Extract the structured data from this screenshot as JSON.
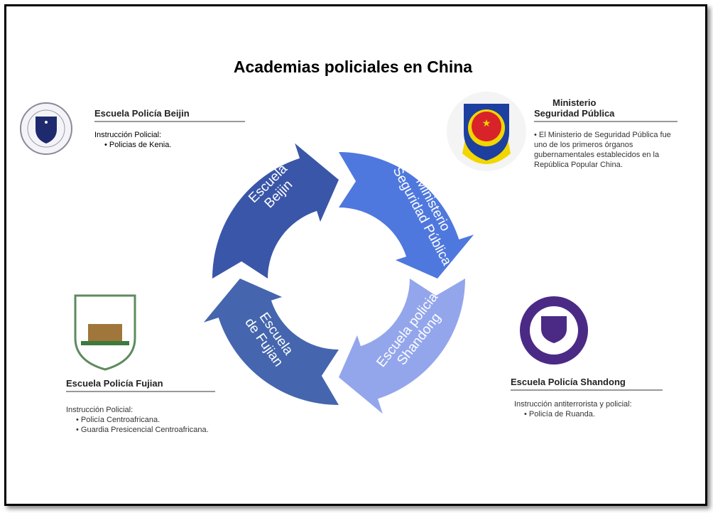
{
  "title": "Academias policiales en China",
  "colors": {
    "beijin": "#3a56a8",
    "ministerio": "#4f78de",
    "shandong": "#93a6ec",
    "fujian": "#4566ae"
  },
  "cycle": [
    {
      "label1": "Escuela",
      "label2": "Beijin"
    },
    {
      "label1": "Ministerio",
      "label2": "Seguridad Pública"
    },
    {
      "label1": "Escuela policia",
      "label2": "Shandong"
    },
    {
      "label1": "Escuela",
      "label2": "de Fujian"
    }
  ],
  "beijin": {
    "heading": "Escuela Policía Beijin",
    "intro": "Instrucción Policial:",
    "items": [
      "Policias de Kenia."
    ]
  },
  "ministerio": {
    "heading1": "Ministerio",
    "heading2": "Seguridad Pública",
    "items": [
      "El Ministerio de Seguridad Pública fue uno de los primeros órganos gubernamentales establecidos en la República Popular China."
    ]
  },
  "fujian": {
    "heading": "Escuela Policía Fujian",
    "intro": "Instrucción Policial:",
    "items": [
      "Policía Centroafricana.",
      "Guardia Presicencial Centroafricana."
    ]
  },
  "shandong": {
    "heading": "Escuela Policía Shandong",
    "intro": "Instrucción antiterrorista y policial:",
    "items": [
      "Policía de Ruanda."
    ]
  }
}
